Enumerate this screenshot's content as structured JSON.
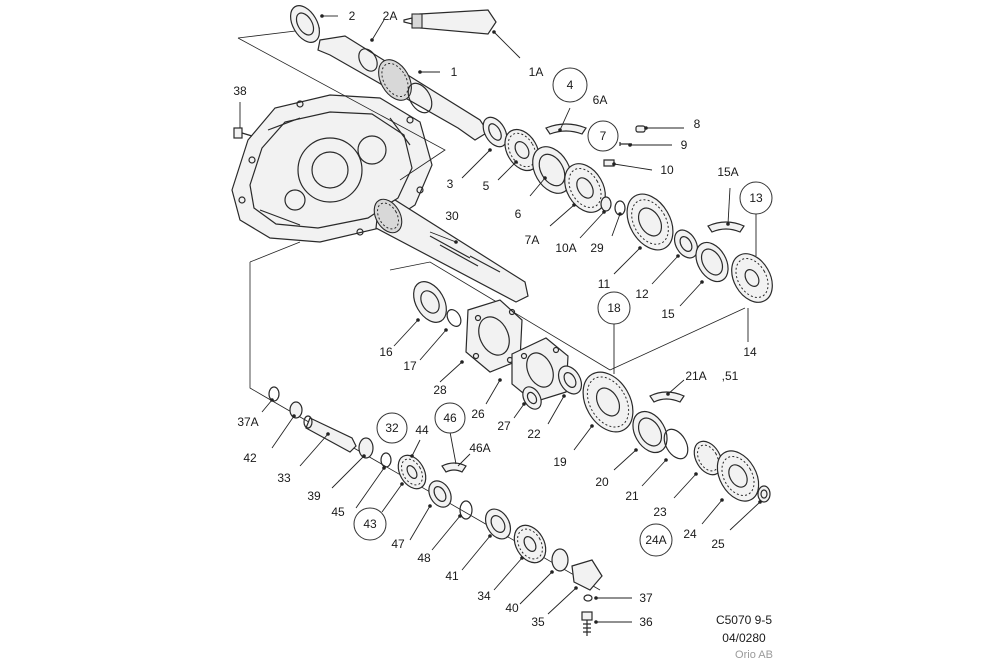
{
  "callouts": {
    "c1": "1",
    "c1A": "1A",
    "c2": "2",
    "c2A": "2A",
    "c3": "3",
    "c4": "4",
    "c5": "5",
    "c6": "6",
    "c6A": "6A",
    "c7": "7",
    "c7A": "7A",
    "c8": "8",
    "c9": "9",
    "c10": "10",
    "c10A": "10A",
    "c11": "11",
    "c12": "12",
    "c13": "13",
    "c14": "14",
    "c15": "15",
    "c15A": "15A",
    "c16": "16",
    "c17": "17",
    "c18": "18",
    "c19": "19",
    "c20": "20",
    "c21": "21",
    "c21A": "21A",
    "c51": ",51",
    "c22": "22",
    "c23": "23",
    "c24": "24",
    "c24A": "24A",
    "c25": "25",
    "c26": "26",
    "c27": "27",
    "c28": "28",
    "c29": "29",
    "c30": "30",
    "c32": "32",
    "c33": "33",
    "c34": "34",
    "c35": "35",
    "c36": "36",
    "c37": "37",
    "c37A": "37A",
    "c38": "38",
    "c39": "39",
    "c40": "40",
    "c41": "41",
    "c42": "42",
    "c43": "43",
    "c44": "44",
    "c45": "45",
    "c46": "46",
    "c46A": "46A",
    "c47": "47",
    "c48": "48"
  },
  "footer": {
    "code": "C5070 9-5",
    "ref": "04/0280",
    "copyright": "Orio AB"
  }
}
